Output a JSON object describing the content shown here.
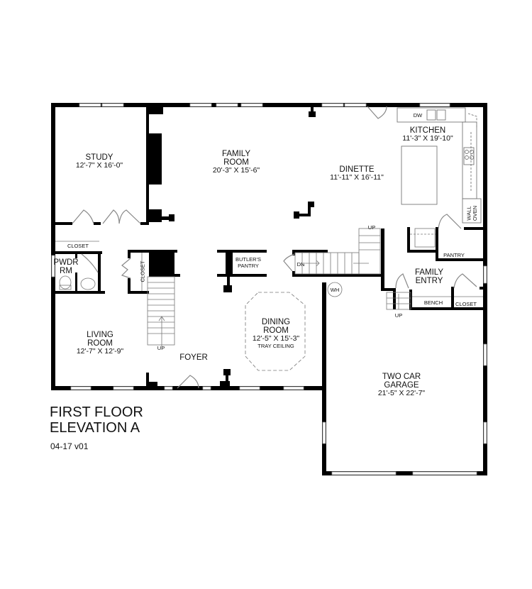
{
  "plan": {
    "title_line1": "FIRST FLOOR",
    "title_line2": "ELEVATION A",
    "version": "04-17 v01"
  },
  "rooms": {
    "study": {
      "name": "STUDY",
      "dims": "12'-7\" X 16'-0\""
    },
    "family_room": {
      "name_line1": "FAMILY",
      "name_line2": "ROOM",
      "dims": "20'-3\" X 15'-6\""
    },
    "dinette": {
      "name": "DINETTE",
      "dims": "11'-11\" X 16'-11\""
    },
    "kitchen": {
      "name": "KITCHEN",
      "dims": "11'-3\" X 19'-10\""
    },
    "powder_room": {
      "name_line1": "PWDR",
      "name_line2": "RM"
    },
    "living_room": {
      "name_line1": "LIVING",
      "name_line2": "ROOM",
      "dims": "12'-7\" X 12'-9\""
    },
    "foyer": {
      "name": "FOYER"
    },
    "dining_room": {
      "name_line1": "DINING",
      "name_line2": "ROOM",
      "dims": "12'-5\" X 15'-3\"",
      "note": "TRAY CEILING"
    },
    "family_entry": {
      "name_line1": "FAMILY",
      "name_line2": "ENTRY"
    },
    "garage": {
      "name_line1": "TWO CAR",
      "name_line2": "GARAGE",
      "dims": "21'-5\" X 22'-7\""
    }
  },
  "fixtures": {
    "study_closet": "CLOSET",
    "foyer_closet": "CLOSET",
    "entry_closet": "CLOSET",
    "butlers_pantry_line1": "BUTLER'S",
    "butlers_pantry_line2": "PANTRY",
    "pantry": "PANTRY",
    "bench": "BENCH",
    "dishwasher": "DW",
    "wall_oven_line1": "WALL",
    "wall_oven_line2": "OVEN",
    "water_heater": "WH",
    "stair_main_up": "UP",
    "stair_rear_up": "UP",
    "stair_rear_dn": "DN",
    "stair_garage_up": "UP"
  }
}
